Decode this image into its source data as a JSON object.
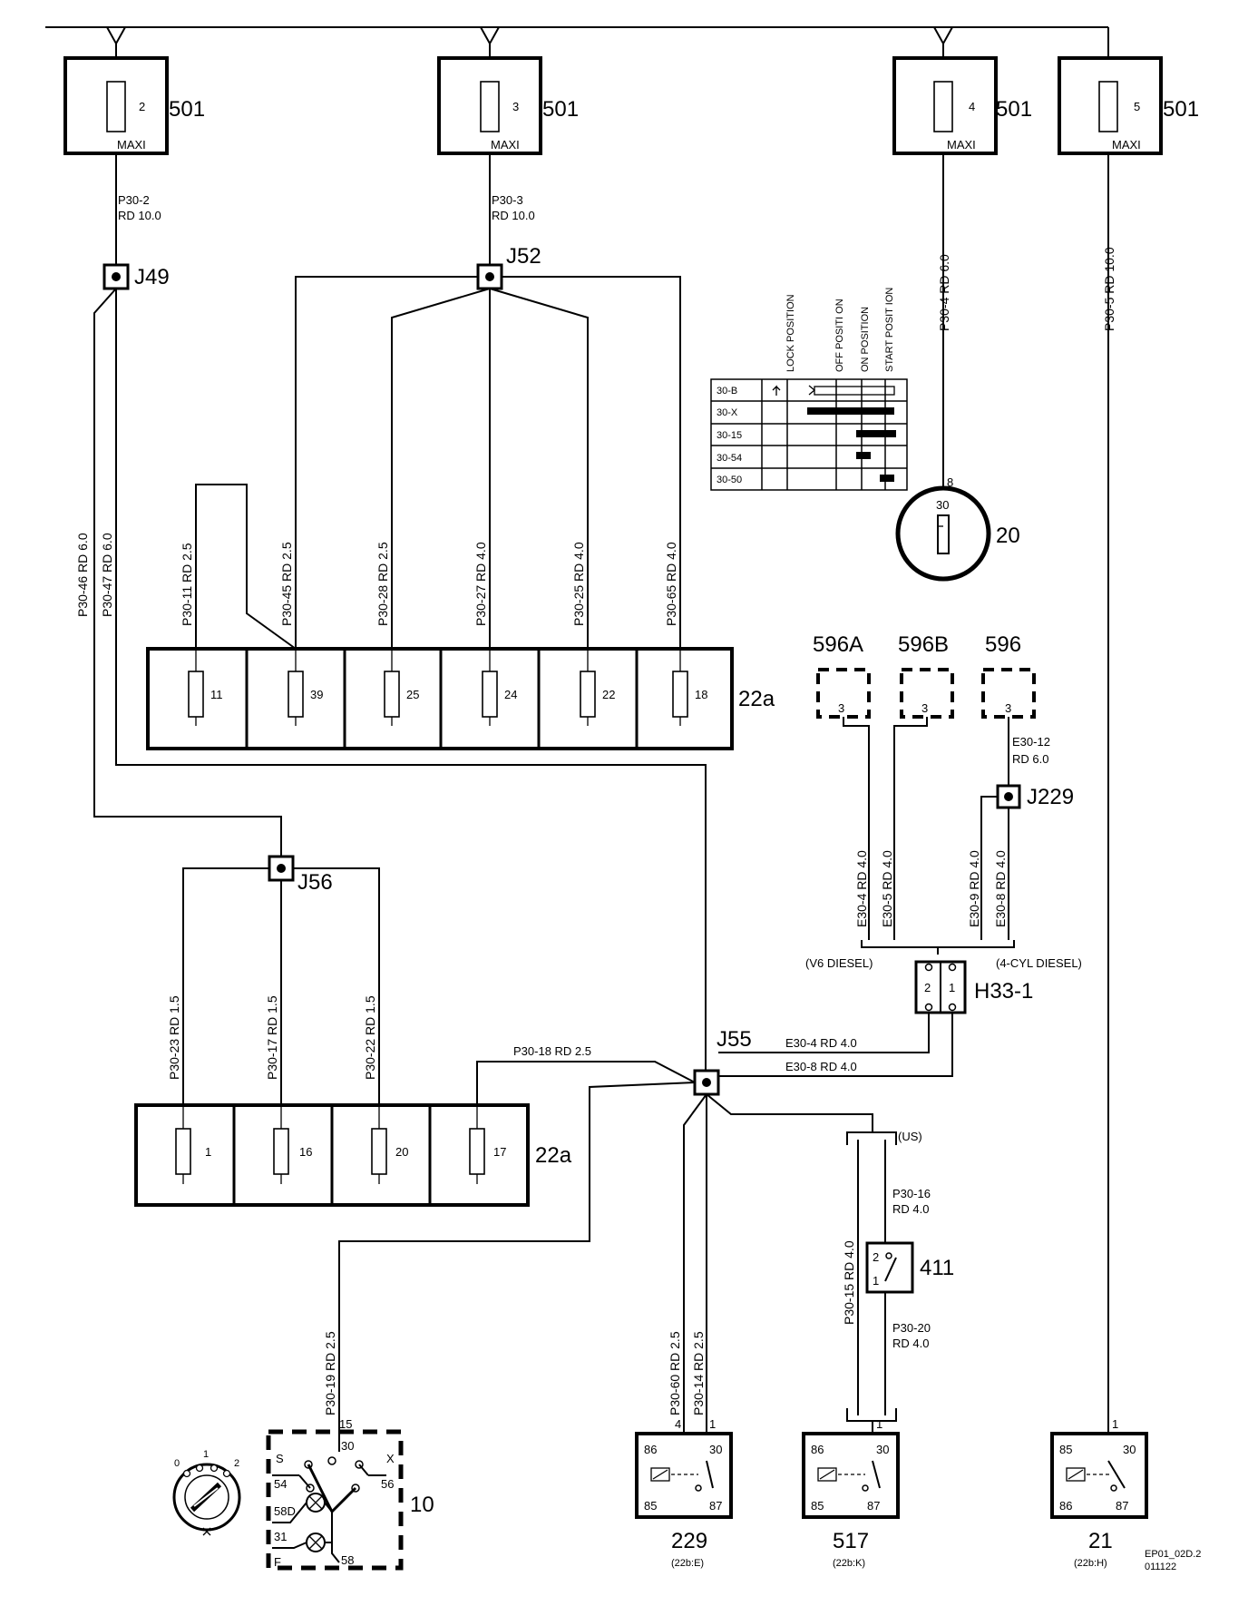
{
  "maxi_fuses": [
    {
      "num": "2",
      "type": "MAXI",
      "ref": "501"
    },
    {
      "num": "3",
      "type": "MAXI",
      "ref": "501"
    },
    {
      "num": "4",
      "type": "MAXI",
      "ref": "501"
    },
    {
      "num": "5",
      "type": "MAXI",
      "ref": "501"
    }
  ],
  "wires_top": {
    "p30_2": "P30-2",
    "p30_2_spec": "RD 10.0",
    "p30_3": "P30-3",
    "p30_3_spec": "RD 10.0",
    "p30_4": "P30-4  RD  6.0",
    "p30_5": "P30-5  RD  10.0"
  },
  "junctions": {
    "j49": "J49",
    "j52": "J52",
    "j56": "J56",
    "j55": "J55",
    "j229": "J229"
  },
  "wires_mid": {
    "p30_46": "P30-46  RD  6.0",
    "p30_47": "P30-47  RD  6.0",
    "p30_11": "P30-11  RD  2.5",
    "p30_45": "P30-45  RD  2.5",
    "p30_28": "P30-28  RD  2.5",
    "p30_27": "P30-27  RD  4.0",
    "p30_25": "P30-25  RD  4.0",
    "p30_65": "P30-65  RD  4.0"
  },
  "fusebox_upper": {
    "label": "22a",
    "fuses": [
      "11",
      "39",
      "25",
      "24",
      "22",
      "18"
    ]
  },
  "fusebox_lower": {
    "label": "22a",
    "fuses": [
      "1",
      "16",
      "20",
      "17"
    ]
  },
  "ignition_table": {
    "columns": [
      "LOCK POSITION",
      "OFF POSITI ON",
      "ON POSITION",
      "START POSIT ION"
    ],
    "rows": [
      "30-B",
      "30-X",
      "30-15",
      "30-54",
      "30-50"
    ]
  },
  "ignition_switch": {
    "ref": "20",
    "pin": "8",
    "terminal": "30"
  },
  "modules": [
    {
      "ref": "596A",
      "pin": "3"
    },
    {
      "ref": "596B",
      "pin": "3"
    },
    {
      "ref": "596",
      "pin": "3"
    }
  ],
  "e30_wires": {
    "e30_12": "E30-12",
    "e30_12_spec": "RD  6.0",
    "e30_4": "E30-4  RD  4.0",
    "e30_5": "E30-5  RD  4.0",
    "e30_9": "E30-9  RD  4.0",
    "e30_8": "E30-8  RD  4.0",
    "e30_4h": "E30-4   RD   4.0",
    "e30_8h": "E30-8   RD   4.0"
  },
  "connector_h33": {
    "ref": "H33-1",
    "pins": [
      "2",
      "1"
    ],
    "left_note": "(V6 DIESEL)",
    "right_note": "(4-CYL DIESEL)"
  },
  "wires_low": {
    "p30_23": "P30-23  RD  1.5",
    "p30_17": "P30-17  RD  1.5",
    "p30_22": "P30-22  RD  1.5",
    "p30_18": "P30-18   RD    2.5",
    "p30_19": "P30-19  RD  2.5",
    "p30_60": "P30-60  RD  2.5",
    "p30_14": "P30-14  RD  2.5",
    "p30_15": "P30-15  RD  4.0",
    "p30_16": "P30-16",
    "p30_16_spec": "RD 4.0",
    "p30_20": "P30-20",
    "p30_20_spec": "RD 4.0",
    "us_note": "(US)"
  },
  "relay_411": {
    "ref": "411",
    "pins": [
      "2",
      "1"
    ]
  },
  "relays": [
    {
      "ref": "229",
      "loc": "(22b:E)",
      "pins": [
        "86",
        "30",
        "85",
        "87"
      ],
      "in_pins": [
        "4",
        "1"
      ]
    },
    {
      "ref": "517",
      "loc": "(22b:K)",
      "pins": [
        "86",
        "30",
        "85",
        "87"
      ],
      "in_pins": [
        "1"
      ]
    },
    {
      "ref": "21",
      "loc": "(22b:H)",
      "pins": [
        "85",
        "30",
        "86",
        "87"
      ],
      "in_pins": [
        "1"
      ]
    }
  ],
  "ignition_10": {
    "ref": "10",
    "pins": [
      "S",
      "54",
      "58D",
      "31",
      "F",
      "15",
      "30",
      "X",
      "56",
      "58"
    ],
    "dial": [
      "0",
      "1",
      "2"
    ]
  },
  "footer": {
    "code": "EP01_02D.2",
    "date": "011122"
  }
}
